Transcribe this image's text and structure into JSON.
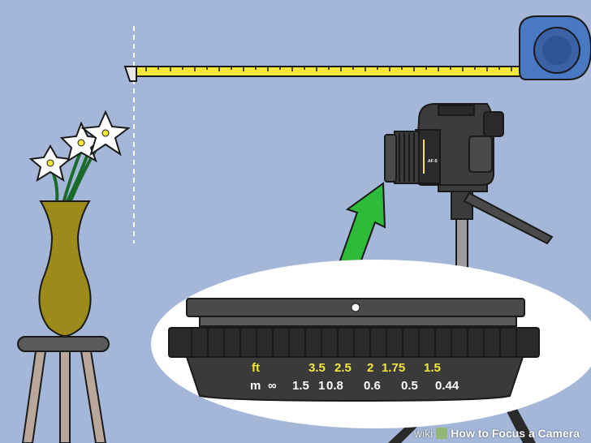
{
  "scene": {
    "colors": {
      "background": "#a4b7d9",
      "tape_blade": "#f3e83a",
      "tape_case": "#4a79c4",
      "arrow": "#2fbb3a",
      "vase": "#9c8a1a",
      "stool_top": "#5b5b5b",
      "camera_body": "#3c3c3c",
      "lens_label": "#f3e83a",
      "scale_text_white": "#ffffff"
    },
    "icons": [
      "tape-measure-icon",
      "flower-icon",
      "vase-icon",
      "stool-icon",
      "camera-icon",
      "tripod-icon",
      "arrow-up-icon"
    ]
  },
  "lens_scale": {
    "ft_unit": "ft",
    "ft_values": [
      "3.5",
      "2.5",
      "2",
      "1.75",
      "1.5"
    ],
    "m_unit": "m",
    "infinity": "∞",
    "m_values": [
      "1.5",
      "1",
      "0.8",
      "0.6",
      "0.5",
      "0.44"
    ]
  },
  "camera": {
    "brand_mark": "AF-S"
  },
  "watermark": {
    "wiki": "wiki",
    "how": "How to Focus a Camera"
  }
}
